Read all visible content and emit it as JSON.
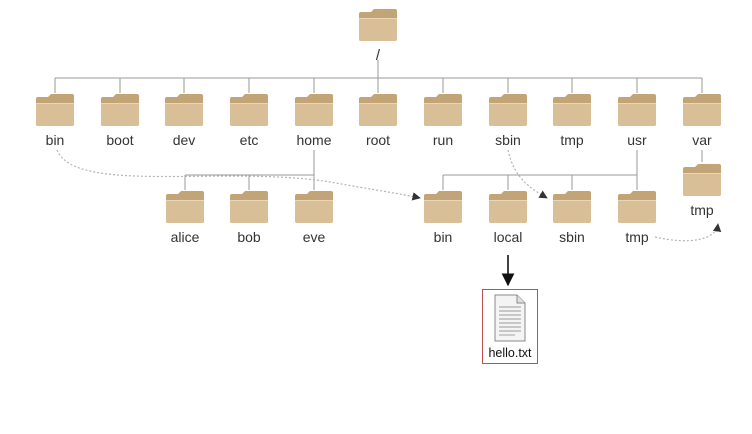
{
  "root": {
    "label": "/"
  },
  "level1": [
    {
      "label": "bin"
    },
    {
      "label": "boot"
    },
    {
      "label": "dev"
    },
    {
      "label": "etc"
    },
    {
      "label": "home"
    },
    {
      "label": "root"
    },
    {
      "label": "run"
    },
    {
      "label": "sbin"
    },
    {
      "label": "tmp"
    },
    {
      "label": "usr"
    },
    {
      "label": "var"
    }
  ],
  "home_children": [
    {
      "label": "alice"
    },
    {
      "label": "bob"
    },
    {
      "label": "eve"
    }
  ],
  "usr_children": [
    {
      "label": "bin"
    },
    {
      "label": "local"
    },
    {
      "label": "sbin"
    },
    {
      "label": "tmp"
    }
  ],
  "var_children": [
    {
      "label": "tmp"
    }
  ],
  "local_file": {
    "label": "hello.txt"
  },
  "colors": {
    "folder_back": "#c2a476",
    "folder_front": "#d8bf98",
    "tree_line": "#9a9a9a",
    "link_line": "#b4b4b4",
    "file_border": "#c0504d"
  }
}
